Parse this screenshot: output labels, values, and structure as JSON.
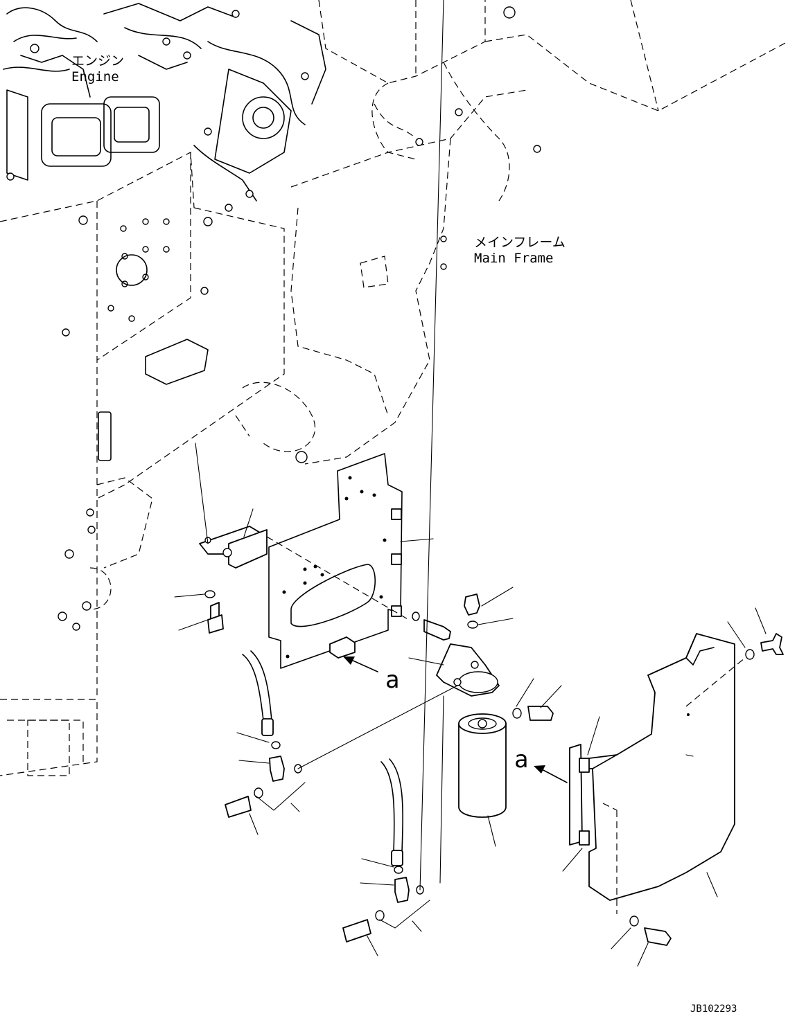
{
  "labels": {
    "engine_jp": "エンジン",
    "engine_en": "Engine",
    "frame_jp": "メインフレーム",
    "frame_en": "Main Frame",
    "view_a_1": "a",
    "view_a_2": "a",
    "drawing_id": "JB102293"
  }
}
